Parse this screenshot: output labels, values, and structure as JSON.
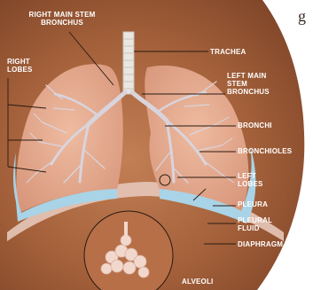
{
  "diagram": {
    "title_fragment": "g",
    "labels": {
      "right_main_stem_bronchus": [
        "RIGHT MAIN STEM",
        "BRONCHUS"
      ],
      "right_lobes": [
        "RIGHT",
        "LOBES"
      ],
      "trachea": "TRACHEA",
      "left_main_stem_bronchus": [
        "LEFT MAIN",
        "STEM",
        "BRONCHUS"
      ],
      "bronchi": "BRONCHI",
      "bronchioles": "BRONCHIOLES",
      "left_lobes": [
        "LEFT",
        "LOBES"
      ],
      "pleura": "PLEURA",
      "pleural_fluid": [
        "PLEURAL",
        "FLUID"
      ],
      "diaphragm": "DIAPHRAGM",
      "alveoli": "ALVEOLI"
    },
    "colors": {
      "background": "#a05a34",
      "lung": "#e2a98a",
      "pleural_fluid": "#a9d3e6",
      "diaphragm": "#e3c2b3",
      "trachea": "#eae6e0",
      "airway": "#d9d4dc",
      "label": "#ffffff",
      "leader": "#2a1a12"
    }
  }
}
